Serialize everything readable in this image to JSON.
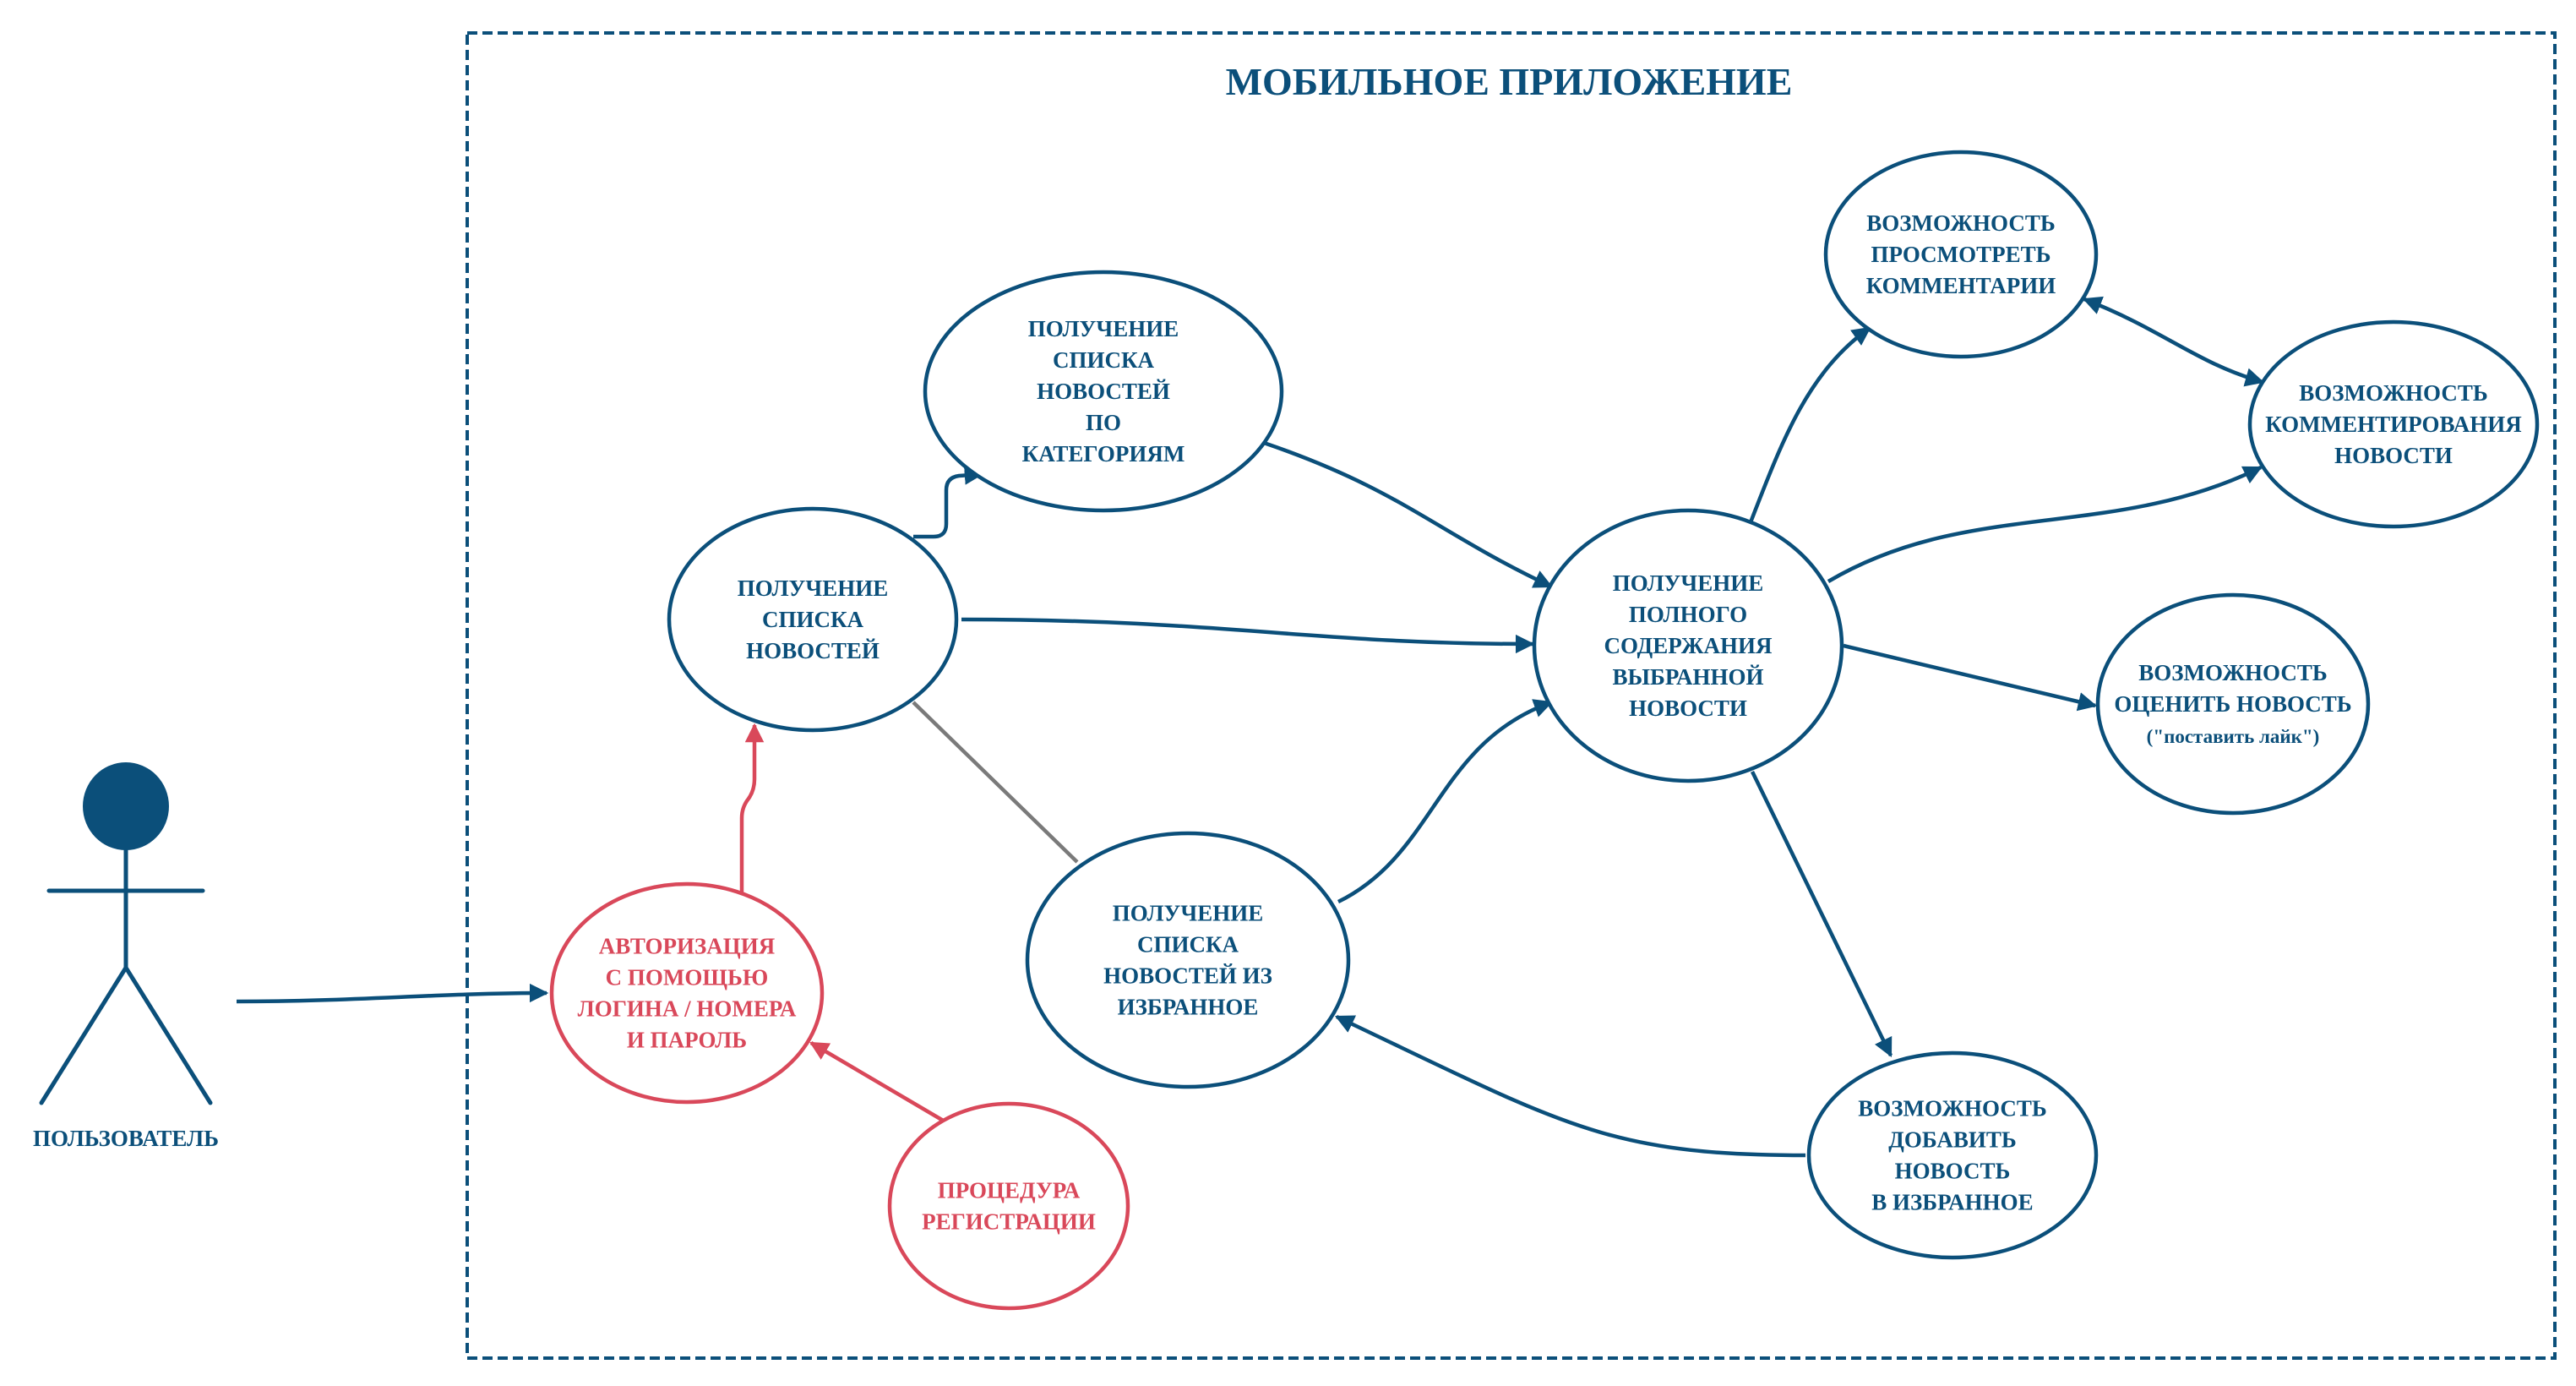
{
  "diagram": {
    "type": "use-case",
    "system_boundary": {
      "title": "МОБИЛЬНОЕ ПРИЛОЖЕНИЕ"
    },
    "colors": {
      "primary": "#0b4f7a",
      "auth": "#d9485a",
      "association": "#7a7a7a"
    },
    "actor": {
      "id": "user",
      "label": "ПОЛЬЗОВАТЕЛЬ"
    },
    "use_cases": [
      {
        "id": "auth",
        "color": "red",
        "lines": [
          "АВТОРИЗАЦИЯ",
          "С ПОМОЩЬЮ",
          "ЛОГИНА / НОМЕРА",
          "И ПАРОЛЬ"
        ]
      },
      {
        "id": "register",
        "color": "red",
        "lines": [
          "ПРОЦЕДУРА",
          "РЕГИСТРАЦИИ"
        ]
      },
      {
        "id": "news-list",
        "color": "blue",
        "lines": [
          "ПОЛУЧЕНИЕ",
          "СПИСКА",
          "НОВОСТЕЙ"
        ]
      },
      {
        "id": "news-by-category",
        "color": "blue",
        "lines": [
          "ПОЛУЧЕНИЕ",
          "СПИСКА",
          "НОВОСТЕЙ",
          "ПО",
          "КАТЕГОРИЯМ"
        ]
      },
      {
        "id": "favorites-list",
        "color": "blue",
        "lines": [
          "ПОЛУЧЕНИЕ",
          "СПИСКА",
          "НОВОСТЕЙ ИЗ",
          "ИЗБРАННОЕ"
        ]
      },
      {
        "id": "full-content",
        "color": "blue",
        "lines": [
          "ПОЛУЧЕНИЕ",
          "ПОЛНОГО",
          "СОДЕРЖАНИЯ",
          "ВЫБРАННОЙ",
          "НОВОСТИ"
        ]
      },
      {
        "id": "view-comments",
        "color": "blue",
        "lines": [
          "ВОЗМОЖНОСТЬ",
          "ПРОСМОТРЕТЬ",
          "КОММЕНТАРИИ"
        ]
      },
      {
        "id": "commenting",
        "color": "blue",
        "lines": [
          "ВОЗМОЖНОСТЬ",
          "КОММЕНТИРОВАНИЯ",
          "НОВОСТИ"
        ]
      },
      {
        "id": "rate",
        "color": "blue",
        "lines": [
          "ВОЗМОЖНОСТЬ",
          "ОЦЕНИТЬ НОВОСТЬ",
          "(\"поставить лайк\")"
        ]
      },
      {
        "id": "add-favorite",
        "color": "blue",
        "lines": [
          "ВОЗМОЖНОСТЬ",
          "ДОБАВИТЬ",
          "НОВОСТЬ",
          "В ИЗБРАННОЕ"
        ]
      }
    ],
    "relations": [
      {
        "from": "user",
        "to": "auth",
        "kind": "arrow",
        "color": "blue"
      },
      {
        "from": "auth",
        "to": "news-list",
        "kind": "arrow",
        "color": "red"
      },
      {
        "from": "register",
        "to": "auth",
        "kind": "arrow",
        "color": "red"
      },
      {
        "from": "news-list",
        "to": "news-by-category",
        "kind": "arrow",
        "color": "blue"
      },
      {
        "from": "news-list",
        "to": "full-content",
        "kind": "arrow",
        "color": "blue"
      },
      {
        "from": "news-by-category",
        "to": "full-content",
        "kind": "arrow",
        "color": "blue"
      },
      {
        "from": "news-list",
        "to": "favorites-list",
        "kind": "line",
        "color": "gray"
      },
      {
        "from": "favorites-list",
        "to": "full-content",
        "kind": "arrow",
        "color": "blue"
      },
      {
        "from": "full-content",
        "to": "view-comments",
        "kind": "arrow",
        "color": "blue"
      },
      {
        "from": "view-comments",
        "to": "commenting",
        "kind": "bidirectional",
        "color": "blue"
      },
      {
        "from": "full-content",
        "to": "commenting",
        "kind": "arrow",
        "color": "blue"
      },
      {
        "from": "full-content",
        "to": "rate",
        "kind": "arrow",
        "color": "blue"
      },
      {
        "from": "full-content",
        "to": "add-favorite",
        "kind": "arrow",
        "color": "blue"
      },
      {
        "from": "add-favorite",
        "to": "favorites-list",
        "kind": "arrow",
        "color": "blue"
      }
    ]
  }
}
